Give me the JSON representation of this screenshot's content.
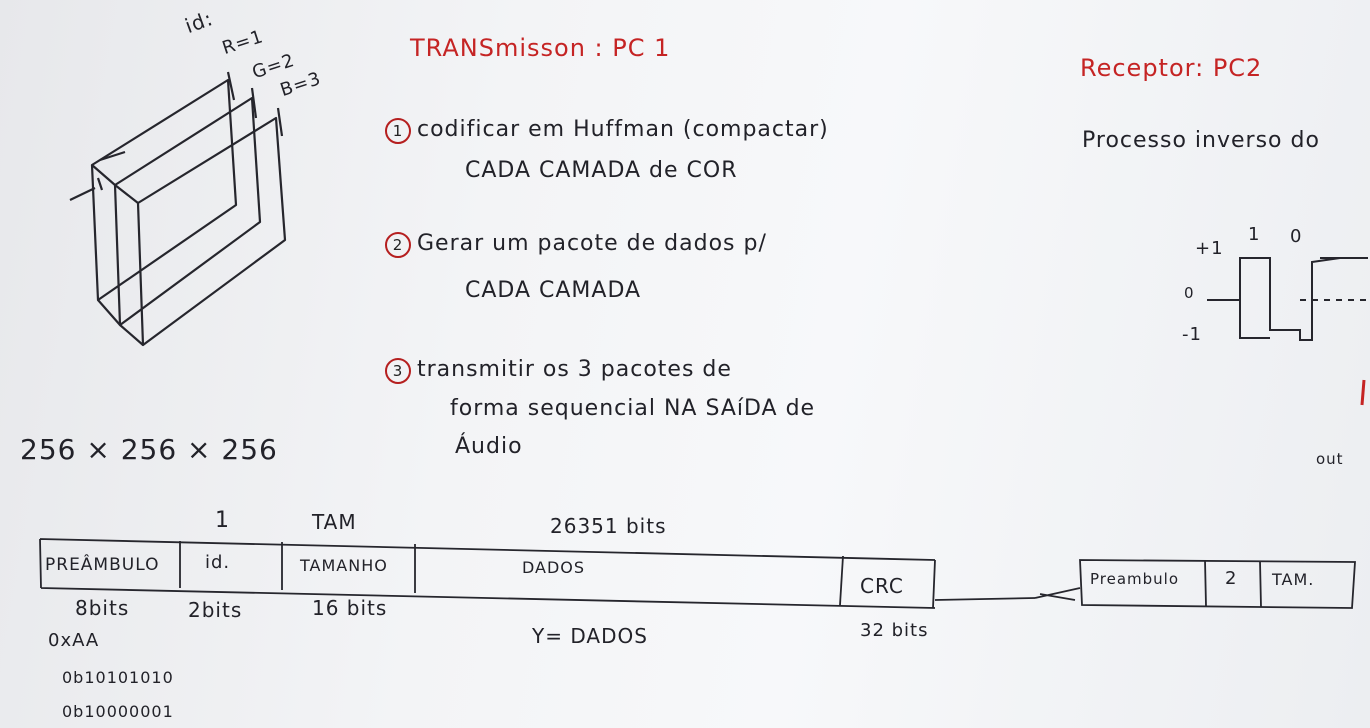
{
  "cube": {
    "id_label": "id:",
    "r_label": "R=1",
    "g_label": "G=2",
    "b_label": "B=3"
  },
  "dimensions": "256 × 256 × 256",
  "transmitter": {
    "title": "TRANSmisson : PC 1",
    "steps": [
      {
        "num": "1",
        "line1": "codificar em Huffman (compactar)",
        "line2": "CADA CAMADA de COR"
      },
      {
        "num": "2",
        "line1": "Gerar um pacote de dados p/",
        "line2": "CADA CAMADA"
      },
      {
        "num": "3",
        "line1": "transmitir os 3 pacotes de",
        "line2": "forma sequencial NA SAíDA de",
        "line3": "Áudio"
      }
    ]
  },
  "receiver": {
    "title": "Receptor: PC2",
    "line1": "Processo inverso do",
    "out_label": "out"
  },
  "waveform": {
    "plus": "+1",
    "zero": "0",
    "minus": "-1",
    "bit1": "1",
    "bit0": "0"
  },
  "packet": {
    "top_labels": {
      "id": "1",
      "tam": "TAM",
      "dados": "26351 bits"
    },
    "cells": {
      "preambulo": "PREÂMBULO",
      "id": "id.",
      "tamanho": "TAMANHO",
      "dados": "DADOS",
      "crc": "CRC"
    },
    "bottom_labels": {
      "preambulo": "8bits",
      "id": "2bits",
      "tamanho": "16 bits",
      "crc": "32 bits"
    },
    "hex": "0xAA",
    "bin1": "0b10101010",
    "bin2": "0b10000001",
    "y_eq": "Y= DADOS"
  },
  "rx_packet": {
    "preambulo": "Preambulo",
    "id": "2",
    "tam": "TAM."
  }
}
